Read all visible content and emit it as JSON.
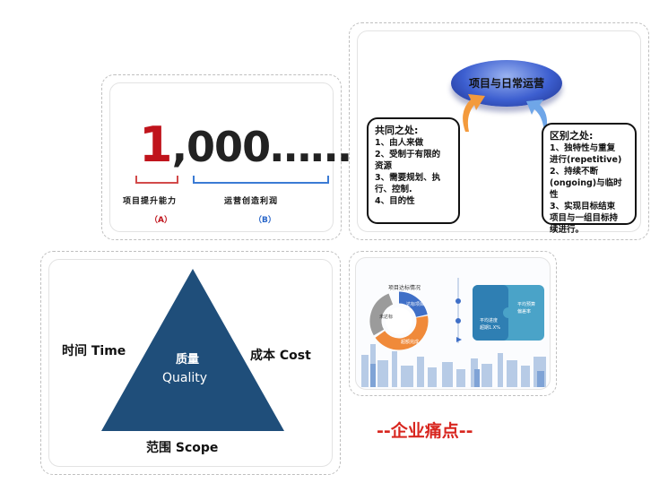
{
  "card_a": {
    "number_first": "1",
    "number_rest": ",000……",
    "label_a": "项目提升能力",
    "label_b": "运营创造利润",
    "tag_a": "（A）",
    "tag_b": "（B）",
    "colors": {
      "red": "#c0141c",
      "blue": "#2a66c9"
    }
  },
  "card_b": {
    "title": "项目与日常运营",
    "common": {
      "heading": "共同之处:",
      "lines": [
        "1、由人来做",
        "2、受制于有限的",
        "资源",
        "3、需要规划、执",
        "行、控制.",
        "4、目的性"
      ]
    },
    "diff": {
      "heading": "区别之处:",
      "lines": [
        "1、独特性与重复",
        "进行(repetitive)",
        "2、持续不断",
        "(ongoing)与临时性",
        "3、实现目标结束",
        "项目与一组目标持",
        "续进行。"
      ]
    },
    "colors": {
      "orange_arrow": "#f39a3c",
      "blue_arrow": "#6fa6e8"
    }
  },
  "card_c": {
    "center_top": "质量",
    "center_bottom": "Quality",
    "left": "时间 Time",
    "right": "成本 Cost",
    "bottom": "范围 Scope",
    "colors": {
      "triangle": "#1f4e7a"
    }
  },
  "card_d": {
    "title": "项目达标情况",
    "donut_labels": [
      "达标项目 ",
      "未达标",
      "超额完成"
    ],
    "panel_labels": [
      "平均进度",
      "超期1.X%",
      "平均预算",
      "偏差率"
    ],
    "colors": {
      "blue": "#3f6fc7",
      "orange": "#f08a3a",
      "gray": "#9b9b9b",
      "teal": "#4aa3c8"
    }
  },
  "footer": {
    "pain_points": "--企业痛点--",
    "color": "#d8261f"
  }
}
